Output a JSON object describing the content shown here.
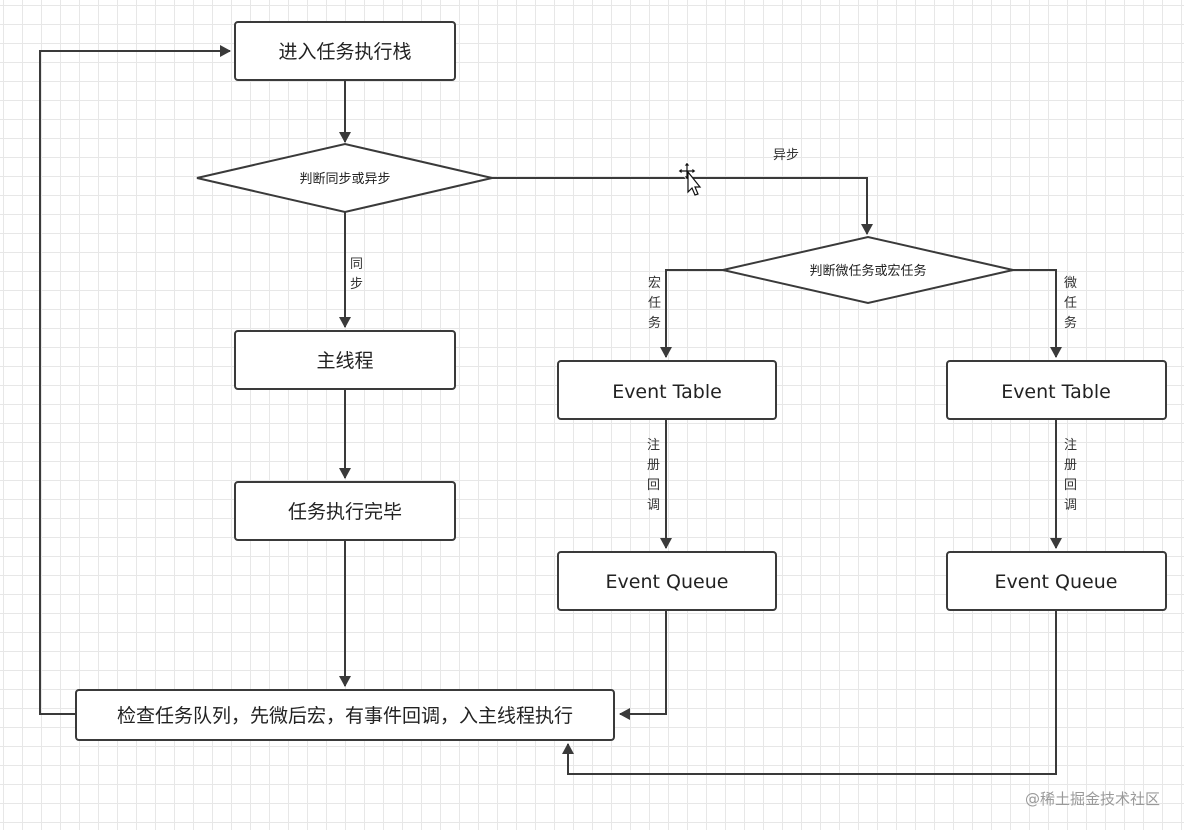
{
  "nodes": {
    "enter_stack": "进入任务执行栈",
    "judge_sync": "判断同步或异步",
    "main_thread": "主线程",
    "task_done": "任务执行完毕",
    "judge_micro_macro": "判断微任务或宏任务",
    "event_table_macro": "Event Table",
    "event_table_micro": "Event Table",
    "event_queue_macro": "Event Queue",
    "event_queue_micro": "Event Queue",
    "check_queue": "检查任务队列，先微后宏，有事件回调，入主线程执行"
  },
  "edges": {
    "async": "异步",
    "sync": [
      "同",
      "步"
    ],
    "macro": [
      "宏",
      "任",
      "务"
    ],
    "micro": [
      "微",
      "任",
      "务"
    ],
    "register_macro": [
      "注",
      "册",
      "回",
      "调"
    ],
    "register_micro": [
      "注",
      "册",
      "回",
      "调"
    ]
  },
  "watermark": "@稀土掘金技术社区"
}
